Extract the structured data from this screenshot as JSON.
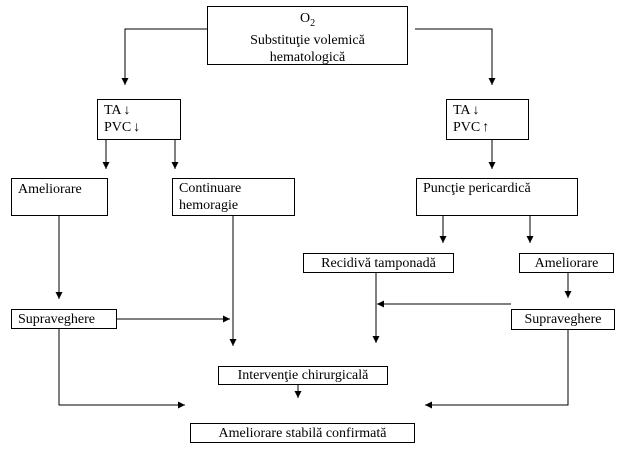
{
  "top": {
    "o2": "O",
    "o2_sub": "2",
    "line2": "Substituţie volemică",
    "line3": "hematologică"
  },
  "left_state": {
    "ta": "TA",
    "pvc": "PVC",
    "ta_arrow": "↓",
    "pvc_arrow": "↓"
  },
  "right_state": {
    "ta": "TA",
    "pvc": "PVC",
    "ta_arrow": "↓",
    "pvc_arrow": "↑"
  },
  "ameliorare_left": "Ameliorare",
  "continuare": {
    "line1": "Continuare",
    "line2": "hemoragie"
  },
  "punctie": "Puncţie pericardică",
  "recidiva": "Recidivă tamponadă",
  "ameliorare_right": "Ameliorare",
  "supraveghere_left": "Supraveghere",
  "supraveghere_right": "Supraveghere",
  "interventie": "Intervenţie chirurgicală",
  "final": "Ameliorare stabilă confirmată",
  "icons": {
    "arrow_down": "down-arrow-icon",
    "arrow_up": "up-arrow-icon"
  }
}
